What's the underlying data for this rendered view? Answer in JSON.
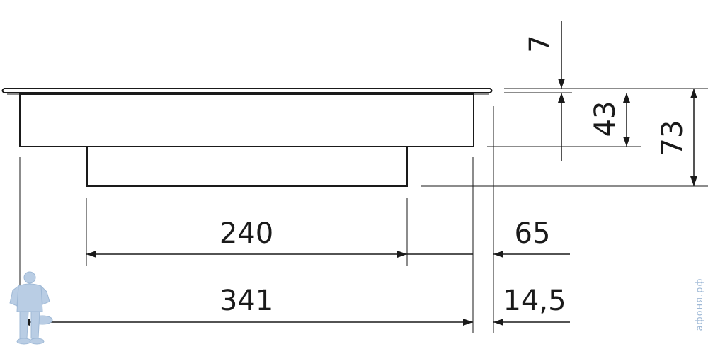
{
  "dimensions": {
    "top_rim": "7",
    "upper_body_height": "43",
    "total_height": "73",
    "lower_body_width": "240",
    "upper_body_width": "341",
    "right_offset_upper": "65",
    "right_offset_lower": "14,5"
  },
  "watermark": {
    "text": "афоня.рф"
  },
  "colors": {
    "line": "#1a1a1a",
    "watermark": "#9fb9d6"
  }
}
